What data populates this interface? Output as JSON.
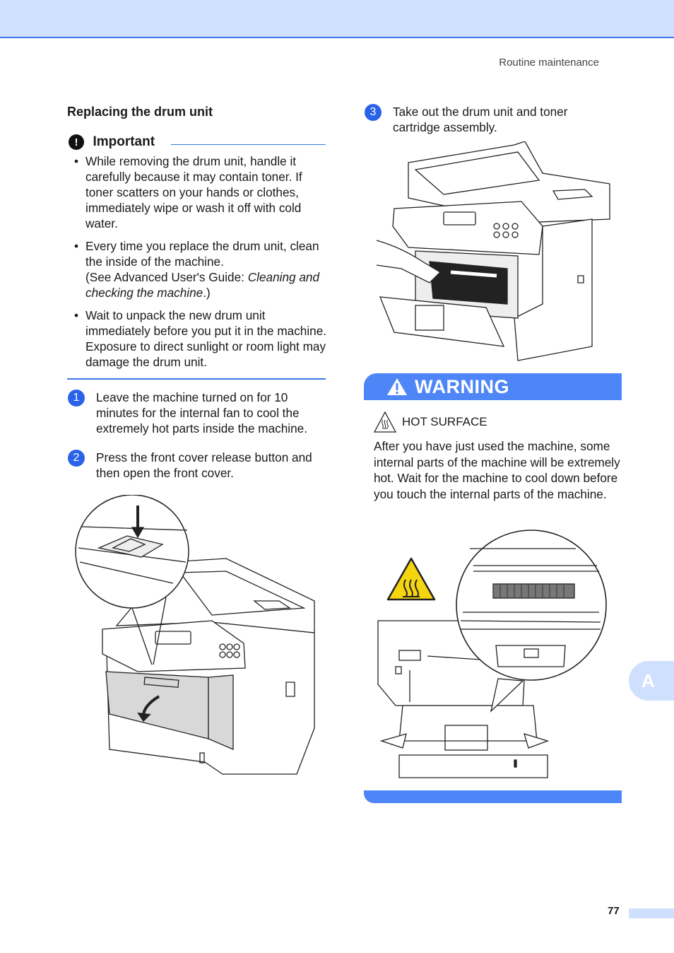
{
  "header": {
    "running_head": "Routine maintenance"
  },
  "section": {
    "title": "Replacing the drum unit"
  },
  "important": {
    "label": "Important",
    "items": [
      "While removing the drum unit, handle it carefully because it may contain toner. If toner scatters on your hands or clothes, immediately wipe or wash it off with cold water.",
      "Every time you replace the drum unit, clean the inside of the machine.",
      "Wait to unpack the new drum unit immediately before you put it in the machine. Exposure to direct sunlight or room light may damage the drum unit."
    ],
    "see_prefix": "(See Advanced User's Guide: ",
    "see_title": "Cleaning and checking the machine",
    "see_suffix": ".)"
  },
  "steps": [
    {
      "number": "1",
      "text": "Leave the machine turned on for 10 minutes for the internal fan to cool the extremely hot parts inside the machine."
    },
    {
      "number": "2",
      "text": "Press the front cover release button and then open the front cover."
    },
    {
      "number": "3",
      "text": "Take out the drum unit and toner cartridge assembly."
    }
  ],
  "warning": {
    "title": "WARNING",
    "hot_label": "HOT SURFACE",
    "text": "After you have just used the machine, some internal parts of the machine will be extremely hot. Wait for the machine to cool down before you touch the internal parts of the machine."
  },
  "side_tab": {
    "letter": "A"
  },
  "footer": {
    "page_number": "77"
  },
  "colors": {
    "accent": "#3d78e6",
    "warning_band": "#4f86f7",
    "tab": "#cfe0ff",
    "hot_yellow": "#f5d50f"
  }
}
